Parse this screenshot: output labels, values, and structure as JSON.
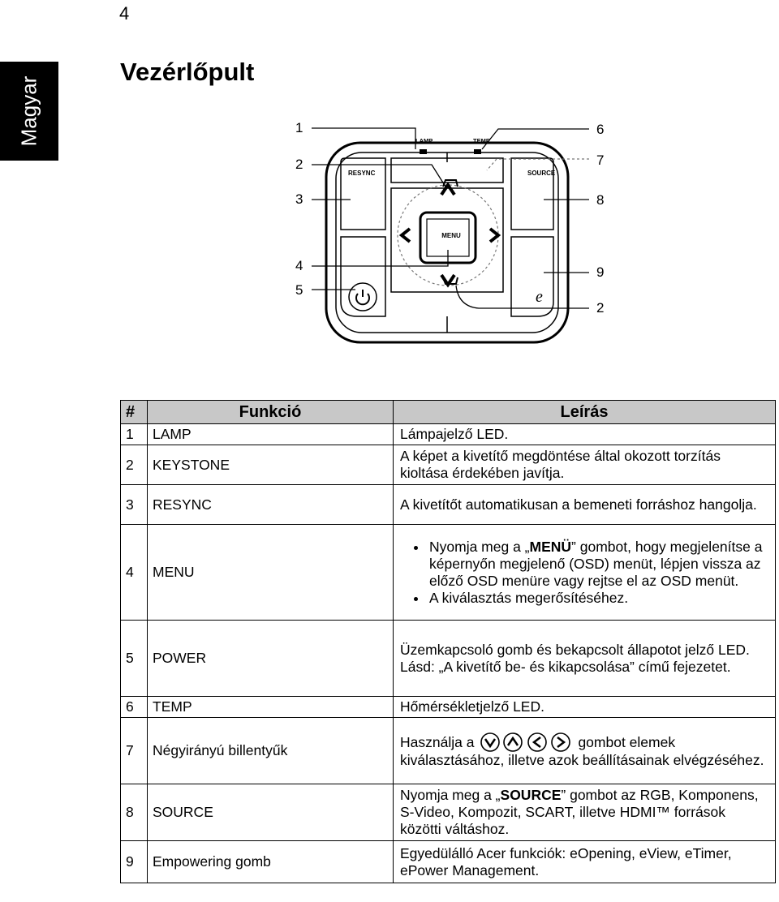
{
  "page": {
    "number": "4",
    "language_tab": "Magyar",
    "title": "Vezérlőpult"
  },
  "diagram": {
    "callouts_left": [
      "1",
      "2",
      "3",
      "4",
      "5"
    ],
    "callouts_right": [
      "6",
      "7",
      "8",
      "9",
      "2"
    ],
    "labels": {
      "lamp": "LAMP",
      "temp": "TEMP",
      "resync": "RESYNC",
      "source": "SOURCE",
      "menu": "MENU",
      "e": "e"
    }
  },
  "table": {
    "headers": {
      "num": "#",
      "func": "Funkció",
      "desc": "Leírás"
    },
    "rows": [
      {
        "num": "1",
        "func": "LAMP",
        "desc": "Lámpajelző LED."
      },
      {
        "num": "2",
        "func": "KEYSTONE",
        "desc": "A képet a kivetítő megdöntése által okozott torzítás kioltása érdekében javítja."
      },
      {
        "num": "3",
        "func": "RESYNC",
        "desc": "A kivetítőt automatikusan a bemeneti forráshoz hangolja."
      },
      {
        "num": "4",
        "func": "MENU",
        "bullet1_pre": "Nyomja meg a „",
        "bullet1_bold": "MENÜ",
        "bullet1_post": "” gombot, hogy megjelenítse a képernyőn megjelenő (OSD) menüt, lépjen vissza az előző OSD menüre vagy rejtse el az OSD menüt.",
        "bullet2": "A kiválasztás megerősítéséhez."
      },
      {
        "num": "5",
        "func": "POWER",
        "desc_line1": "Üzemkapcsoló gomb és bekapcsolt állapotot jelző LED.",
        "desc_line2": "Lásd: „A kivetítő be- és kikapcsolása” című fejezetet."
      },
      {
        "num": "6",
        "func": "TEMP",
        "desc": "Hőmérsékletjelző LED."
      },
      {
        "num": "7",
        "func": "Négyirányú billentyűk",
        "desc_pre": "Használja a",
        "desc_post": "gombot elemek kiválasztásához, illetve azok beállításainak elvégzéséhez."
      },
      {
        "num": "8",
        "func": "SOURCE",
        "desc_pre": "Nyomja meg a „",
        "desc_bold": "SOURCE",
        "desc_post": "” gombot az RGB, Komponens, S-Video, Kompozit, SCART, illetve HDMI™ források közötti váltáshoz."
      },
      {
        "num": "9",
        "func": "Empowering gomb",
        "desc": "Egyedülálló Acer funkciók: eOpening, eView, eTimer, ePower Management."
      }
    ]
  }
}
